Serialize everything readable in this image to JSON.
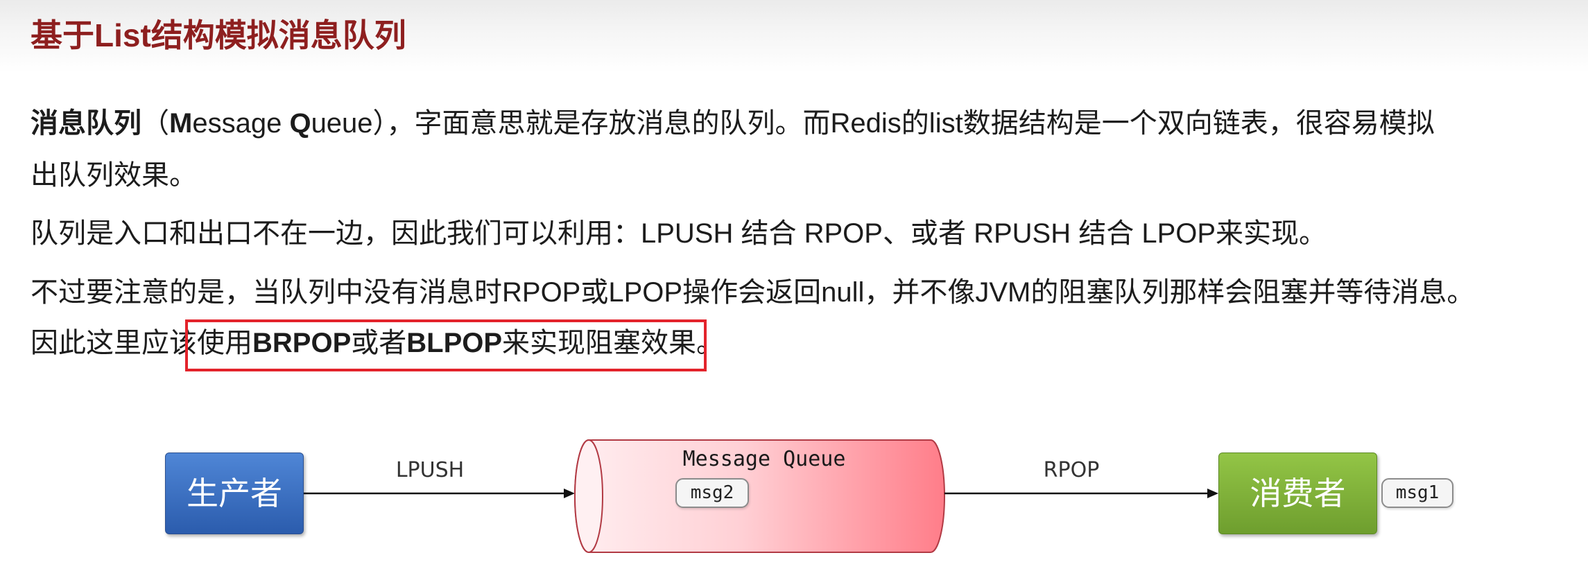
{
  "slide": {
    "title": "基于List结构模拟消息队列",
    "para1": {
      "term": "消息队列",
      "open_paren": "（",
      "m": "M",
      "essage": "essage ",
      "q": "Q",
      "line1_rest": "ueue），字面意思就是存放消息的队列。而Redis的list数据结构是一个双向链表，很容易模拟",
      "line2": "出队列效果。"
    },
    "para2": "队列是入口和出口不在一边，因此我们可以利用：LPUSH 结合 RPOP、或者 RPUSH 结合 LPOP来实现。",
    "para3": {
      "line1": "不过要注意的是，当队列中没有消息时RPOP或LPOP操作会返回null，并不像JVM的阻塞队列那样会阻塞并等待消息。",
      "line2_a": "因此这里应该使用",
      "brpop": "BRPOP",
      "line2_b": "或者",
      "blpop": "BLPOP",
      "line2_c": "来实现阻塞效果。"
    }
  },
  "diagram": {
    "producer": "生产者",
    "consumer": "消费者",
    "queue_label": "Message Queue",
    "push_label": "LPUSH",
    "pop_label": "RPOP",
    "queue_item": "msg2",
    "consumed_item": "msg1"
  },
  "colors": {
    "title": "#8e1f1f",
    "highlight": "#e3232b",
    "producer_top": "#4f86d6",
    "producer_bottom": "#2b5cad",
    "consumer_top": "#93c546",
    "consumer_bottom": "#6e9e2e",
    "queue_light": "#ffeef0",
    "queue_strong": "#ff7d89",
    "queue_stroke": "#b23a44"
  }
}
